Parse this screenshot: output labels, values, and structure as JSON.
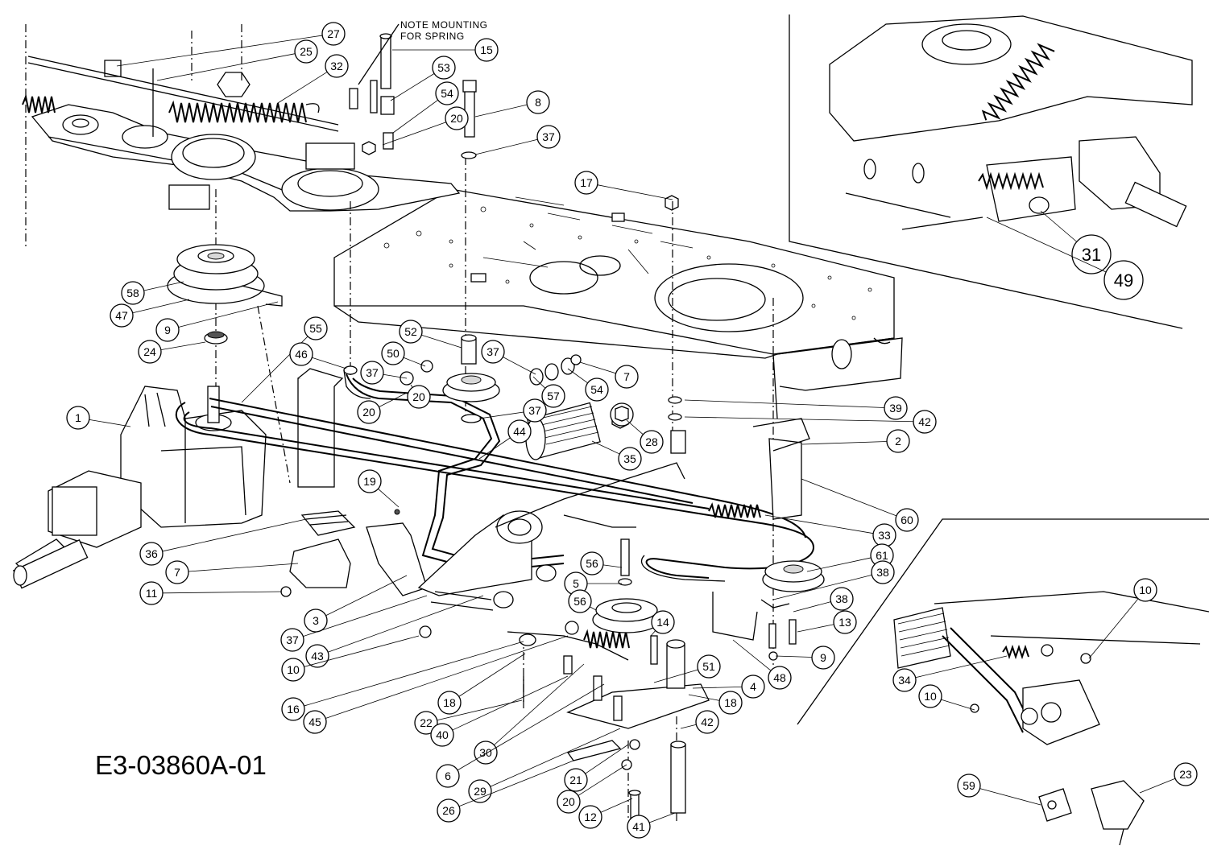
{
  "drawing_number": "E3-03860A-01",
  "note": [
    "NOTE MOUNTING",
    "FOR SPRING"
  ],
  "callouts": [
    {
      "n": "27"
    },
    {
      "n": "25"
    },
    {
      "n": "32"
    },
    {
      "n": "15"
    },
    {
      "n": "53"
    },
    {
      "n": "54"
    },
    {
      "n": "8"
    },
    {
      "n": "20"
    },
    {
      "n": "37"
    },
    {
      "n": "17"
    },
    {
      "n": "58"
    },
    {
      "n": "47"
    },
    {
      "n": "9"
    },
    {
      "n": "24"
    },
    {
      "n": "55"
    },
    {
      "n": "52"
    },
    {
      "n": "46"
    },
    {
      "n": "50"
    },
    {
      "n": "37"
    },
    {
      "n": "37"
    },
    {
      "n": "7"
    },
    {
      "n": "20"
    },
    {
      "n": "20"
    },
    {
      "n": "57"
    },
    {
      "n": "54"
    },
    {
      "n": "37"
    },
    {
      "n": "39"
    },
    {
      "n": "42"
    },
    {
      "n": "1"
    },
    {
      "n": "44"
    },
    {
      "n": "28"
    },
    {
      "n": "2"
    },
    {
      "n": "35"
    },
    {
      "n": "19"
    },
    {
      "n": "60"
    },
    {
      "n": "33"
    },
    {
      "n": "36"
    },
    {
      "n": "7"
    },
    {
      "n": "56"
    },
    {
      "n": "61"
    },
    {
      "n": "11"
    },
    {
      "n": "38"
    },
    {
      "n": "5"
    },
    {
      "n": "38"
    },
    {
      "n": "56"
    },
    {
      "n": "13"
    },
    {
      "n": "3"
    },
    {
      "n": "14"
    },
    {
      "n": "37"
    },
    {
      "n": "43"
    },
    {
      "n": "9"
    },
    {
      "n": "10"
    },
    {
      "n": "48"
    },
    {
      "n": "51"
    },
    {
      "n": "4"
    },
    {
      "n": "16"
    },
    {
      "n": "18"
    },
    {
      "n": "18"
    },
    {
      "n": "45"
    },
    {
      "n": "22"
    },
    {
      "n": "42"
    },
    {
      "n": "40"
    },
    {
      "n": "30"
    },
    {
      "n": "6"
    },
    {
      "n": "29"
    },
    {
      "n": "21"
    },
    {
      "n": "20"
    },
    {
      "n": "26"
    },
    {
      "n": "12"
    },
    {
      "n": "41"
    },
    {
      "n": "31"
    },
    {
      "n": "49"
    },
    {
      "n": "10"
    },
    {
      "n": "34"
    },
    {
      "n": "10"
    },
    {
      "n": "59"
    },
    {
      "n": "23"
    }
  ]
}
